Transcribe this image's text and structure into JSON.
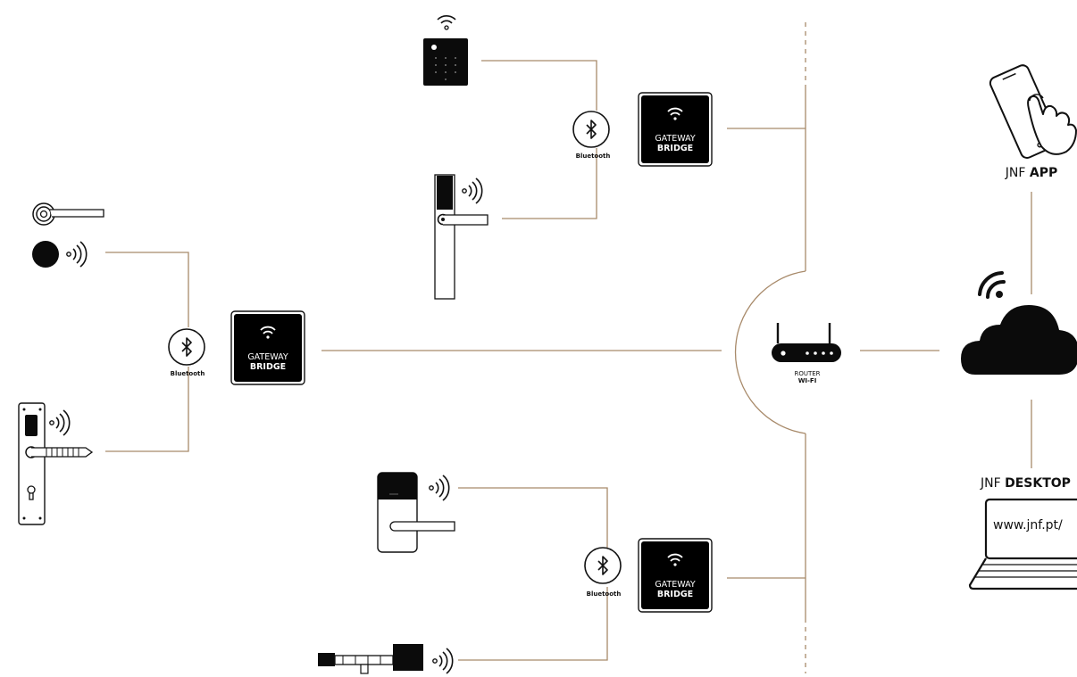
{
  "colors": {
    "connector": "#a88a6a",
    "ink": "#111111",
    "gateway_fill": "#000000",
    "gateway_text": "#ffffff"
  },
  "bluetooth": {
    "label": "Bluetooth",
    "icon": "bluetooth-icon"
  },
  "gateway": {
    "line1": "GATEWAY",
    "line2": "BRIDGE",
    "icon": "wifi-icon"
  },
  "router": {
    "line1": "ROUTER",
    "line2": "WI-FI"
  },
  "app": {
    "prefix": "JNF ",
    "strong": "APP"
  },
  "desktop": {
    "prefix": "JNF ",
    "strong": "DESKTOP",
    "url": "www.jnf.pt/"
  },
  "devices": [
    {
      "name": "keypad-reader"
    },
    {
      "name": "slim-handle-lock"
    },
    {
      "name": "lever-handle"
    },
    {
      "name": "round-card-reader"
    },
    {
      "name": "plate-lock"
    },
    {
      "name": "hotel-card-lock"
    },
    {
      "name": "cylinder-lock"
    }
  ]
}
